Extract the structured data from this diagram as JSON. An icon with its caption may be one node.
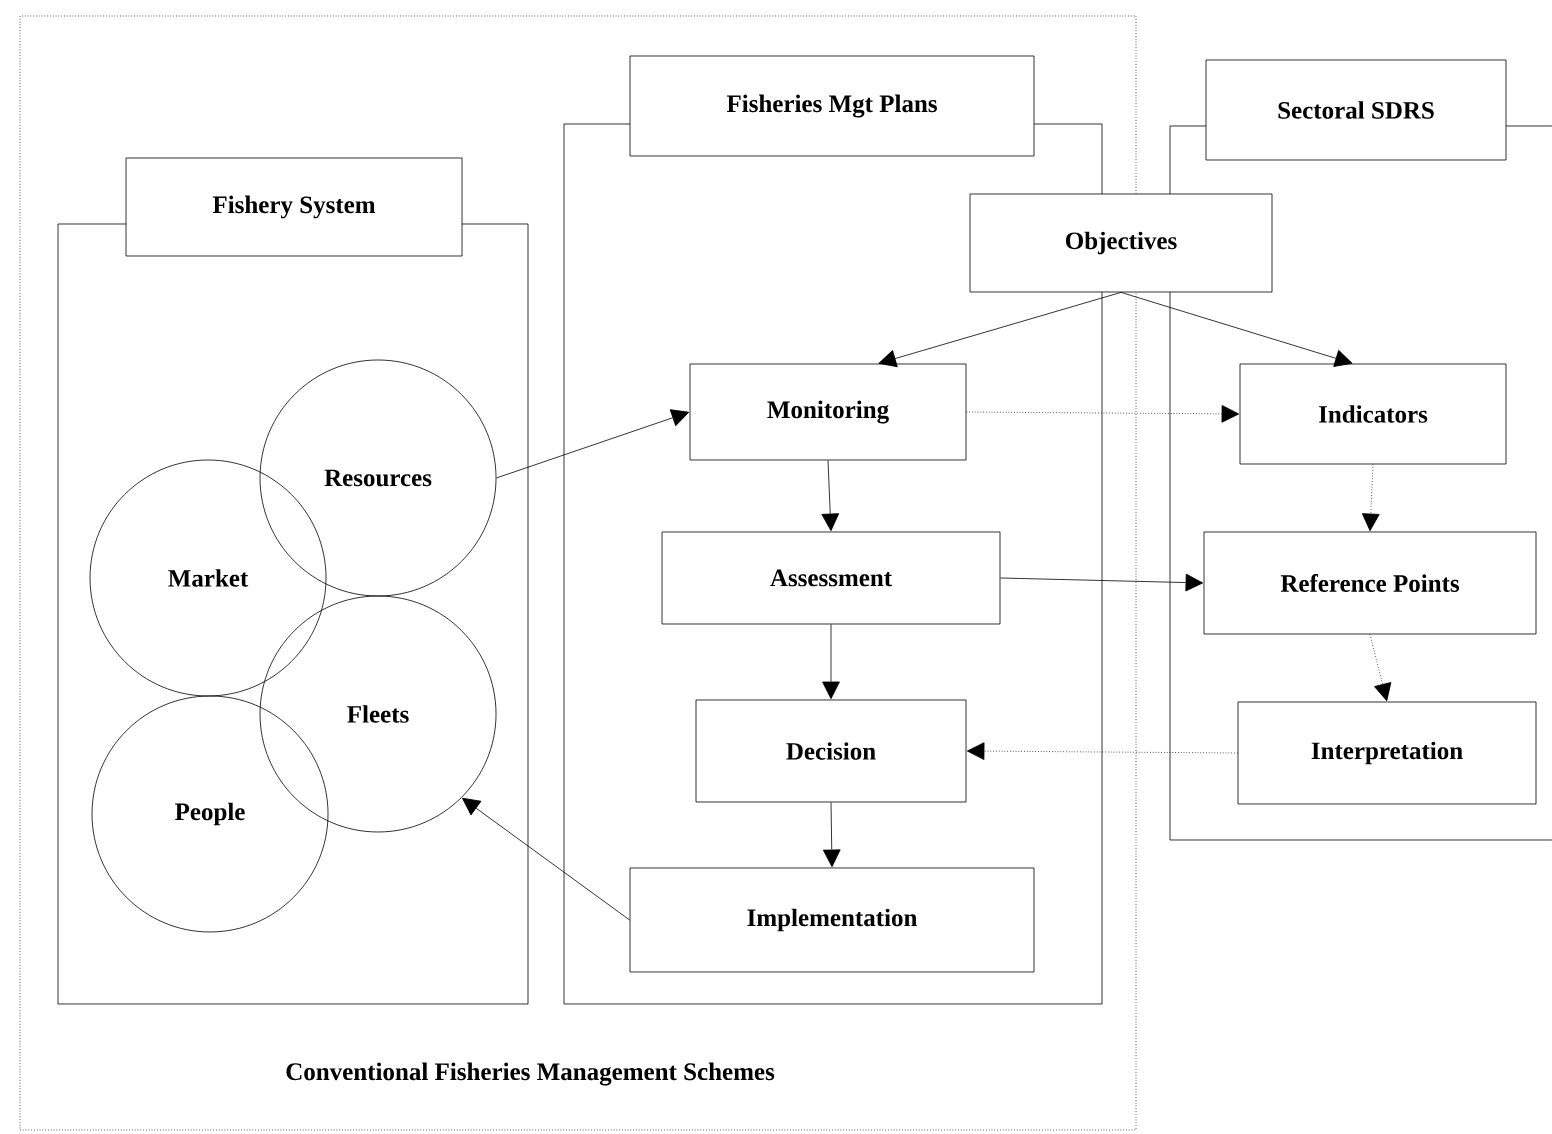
{
  "diagram": {
    "nodes": [
      {
        "text": [
          "Conventional Fisheries Management Schemes"
        ]
      },
      {
        "text": [
          "Fishery System"
        ],
        "in": 0
      },
      {
        "text": [],
        "shape": "box",
        "in": 0
      },
      {
        "text": [
          "Resources"
        ],
        "in": 2
      },
      {
        "text": [
          "Market"
        ],
        "in": 2
      },
      {
        "text": [
          "Fleets"
        ],
        "in": 2
      },
      {
        "text": [
          "People"
        ],
        "in": 2
      },
      {
        "text": [
          "Fisheries Mgt Plans"
        ],
        "in": 0
      },
      {
        "text": [],
        "shape": "box",
        "in": 0
      },
      {
        "text": [
          "Objectives"
        ]
      },
      {
        "text": [
          "Monitoring"
        ],
        "in": 8
      },
      {
        "text": [
          "Assessment"
        ],
        "in": 8
      },
      {
        "text": [
          "Decision"
        ],
        "in": 8
      },
      {
        "text": [
          "Implementation"
        ],
        "in": 8
      },
      {
        "text": [
          "Sectoral SDRS"
        ]
      },
      {
        "text": [],
        "shape": "box"
      },
      {
        "text": [
          "Indicators"
        ],
        "in": 15
      },
      {
        "text": [
          "Reference Points"
        ],
        "in": 15
      },
      {
        "text": [
          "Interpretation"
        ],
        "in": 15
      }
    ],
    "edges": [
      {
        "from": 3,
        "to": 10,
        "arrow": "to"
      },
      {
        "from": 9,
        "to": 10,
        "arrow": "to"
      },
      {
        "from": 9,
        "to": 16,
        "arrow": "to"
      },
      {
        "from": 10,
        "to": 16,
        "arrow": "to",
        "style": "dashed"
      },
      {
        "from": 10,
        "to": 11,
        "arrow": "to"
      },
      {
        "from": 11,
        "to": 17,
        "arrow": "to"
      },
      {
        "from": 16,
        "to": 17,
        "arrow": "to",
        "style": "dashed"
      },
      {
        "from": 11,
        "to": 12,
        "arrow": "to"
      },
      {
        "from": 17,
        "to": 18,
        "arrow": "to",
        "style": "dashed"
      },
      {
        "from": 18,
        "to": 12,
        "arrow": "to",
        "style": "dashed"
      },
      {
        "from": 12,
        "to": 13,
        "arrow": "to"
      },
      {
        "from": 13,
        "to": 5,
        "arrow": "to"
      }
    ]
  }
}
